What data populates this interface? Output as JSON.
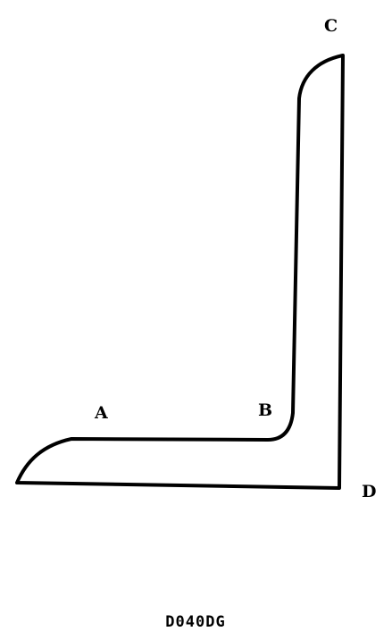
{
  "diagram": {
    "points": [
      {
        "id": "A",
        "label": "A"
      },
      {
        "id": "B",
        "label": "B"
      },
      {
        "id": "C",
        "label": "C"
      },
      {
        "id": "D",
        "label": "D"
      }
    ],
    "caption": "D040DG",
    "colors": {
      "stroke": "#000000",
      "background": "#ffffff"
    }
  }
}
